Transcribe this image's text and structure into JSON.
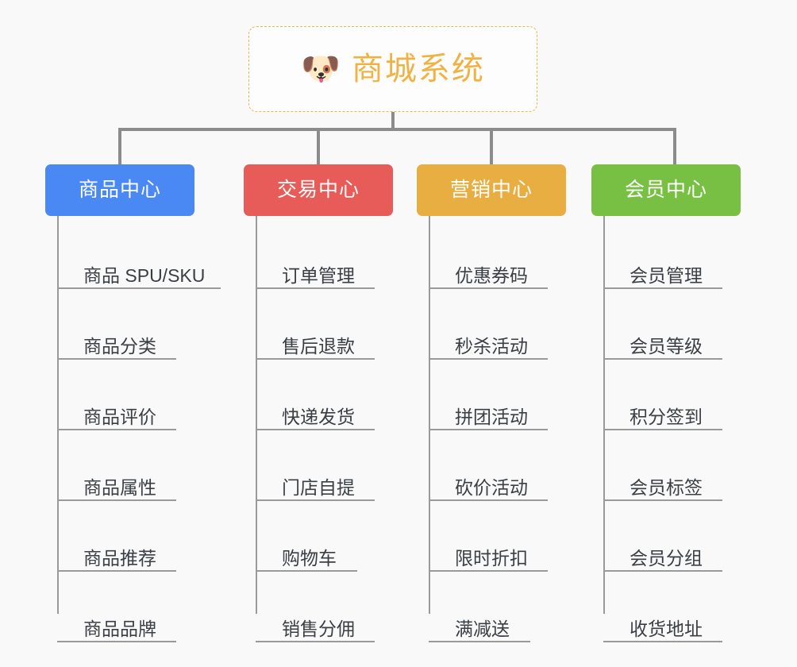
{
  "page": {
    "background_color": "#f9f9f9",
    "type": "mindmap"
  },
  "root": {
    "icon": "shiba-dog-face-icon",
    "emoji": "🐶",
    "title": "商城系统",
    "text_color": "#f0b343",
    "border_color": "#e9b84a",
    "border_style": "dashed"
  },
  "branches": [
    {
      "label": "商品中心",
      "color": "#4a89f3",
      "color_name": "blue",
      "items": [
        {
          "label": "商品 SPU/SKU",
          "rule_width": 206
        },
        {
          "label": "商品分类",
          "rule_width": 150
        },
        {
          "label": "商品评价",
          "rule_width": 150
        },
        {
          "label": "商品属性",
          "rule_width": 150
        },
        {
          "label": "商品推荐",
          "rule_width": 150
        },
        {
          "label": "商品品牌",
          "rule_width": 150
        }
      ]
    },
    {
      "label": "交易中心",
      "color": "#e75c58",
      "color_name": "red",
      "items": [
        {
          "label": "订单管理",
          "rule_width": 150
        },
        {
          "label": "售后退款",
          "rule_width": 150
        },
        {
          "label": "快递发货",
          "rule_width": 150
        },
        {
          "label": "门店自提",
          "rule_width": 150
        },
        {
          "label": "购物车",
          "rule_width": 128
        },
        {
          "label": "销售分佣",
          "rule_width": 150
        }
      ]
    },
    {
      "label": "营销中心",
      "color": "#e9ae42",
      "color_name": "orange",
      "items": [
        {
          "label": "优惠券码",
          "rule_width": 150
        },
        {
          "label": "秒杀活动",
          "rule_width": 150
        },
        {
          "label": "拼团活动",
          "rule_width": 150
        },
        {
          "label": "砍价活动",
          "rule_width": 150
        },
        {
          "label": "限时折扣",
          "rule_width": 150
        },
        {
          "label": "满减送",
          "rule_width": 128
        }
      ]
    },
    {
      "label": "会员中心",
      "color": "#77c044",
      "color_name": "green",
      "items": [
        {
          "label": "会员管理",
          "rule_width": 150
        },
        {
          "label": "会员等级",
          "rule_width": 150
        },
        {
          "label": "积分签到",
          "rule_width": 150
        },
        {
          "label": "会员标签",
          "rule_width": 150
        },
        {
          "label": "会员分组",
          "rule_width": 150
        },
        {
          "label": "收货地址",
          "rule_width": 150
        }
      ]
    }
  ]
}
